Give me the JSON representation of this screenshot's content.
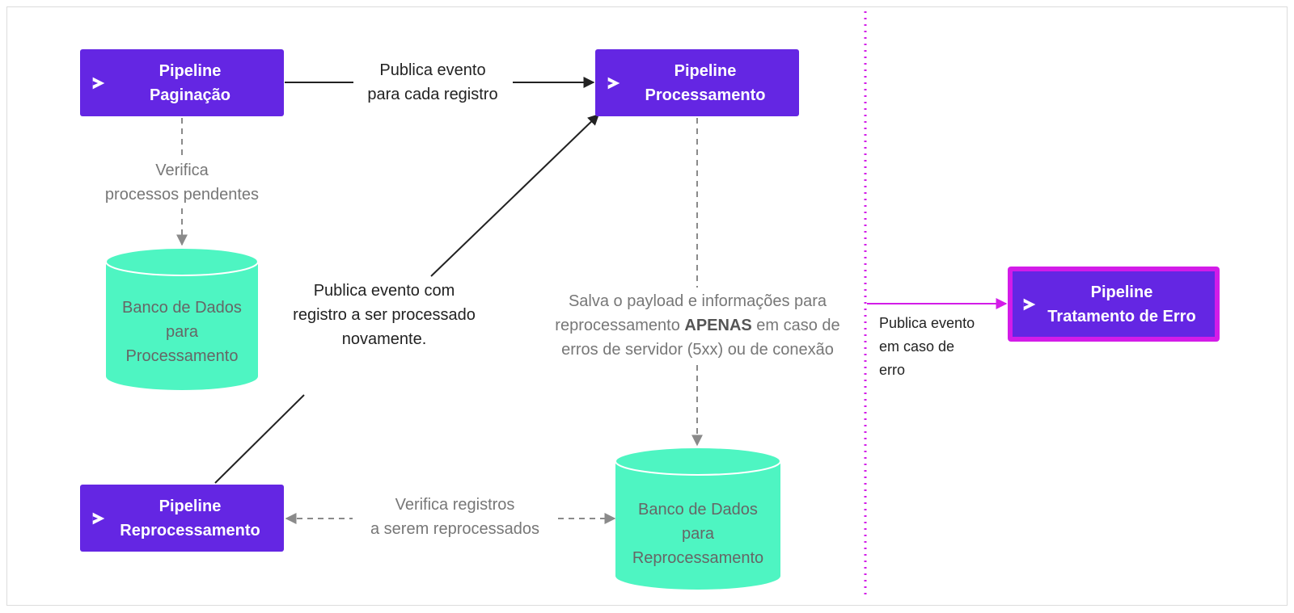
{
  "nodes": {
    "paginacao": [
      "Pipeline",
      "Paginação"
    ],
    "processamento": [
      "Pipeline",
      "Processamento"
    ],
    "reprocessamento": [
      "Pipeline",
      "Reprocessamento"
    ],
    "erro": [
      "Pipeline",
      "Tratamento de Erro"
    ]
  },
  "databases": {
    "processamento": [
      "Banco de Dados",
      "para",
      "Processamento"
    ],
    "reprocessamento": [
      "Banco de Dados",
      "para",
      "Reprocessamento"
    ]
  },
  "labels": {
    "publica_cada": [
      "Publica evento",
      "para cada registro"
    ],
    "verifica_pendentes": [
      "Verifica",
      "processos pendentes"
    ],
    "publica_novamente": [
      "Publica evento com",
      "registro a ser processado",
      "novamente."
    ],
    "salva_payload": {
      "line1": "Salva o payload e informações para",
      "line2_pre": "reprocessamento ",
      "line2_bold": "APENAS",
      "line2_post": " em caso de",
      "line3": "erros de servidor (5xx) ou de conexão"
    },
    "verifica_registros": [
      "Verifica registros",
      "a serem reprocessados"
    ],
    "publica_erro": [
      "Publica evento",
      "em caso de",
      "erro"
    ]
  },
  "colors": {
    "pipeline": "#6426e3",
    "database": "#4ef5c2",
    "error_border": "#d31ce8",
    "divider": "#d31ce8",
    "dashed": "#8a8a8a",
    "solid": "#222222"
  }
}
